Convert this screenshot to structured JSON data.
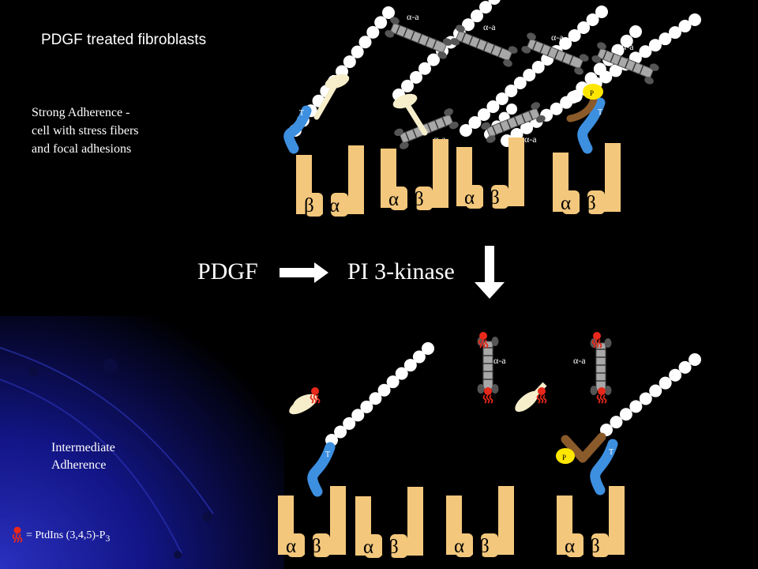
{
  "slide": {
    "title": "PDGF treated fibroblasts",
    "strong_adherence": {
      "lines": [
        "Strong Adherence -",
        "cell with stress fibers",
        "and focal adhesions"
      ]
    },
    "intermediate_adherence": {
      "lines": [
        "Intermediate",
        "Adherence"
      ]
    },
    "pathway": {
      "from": "PDGF",
      "to": "PI 3-kinase"
    },
    "legend": {
      "text": "= PtdIns (3,4,5)-P",
      "subscript": "3"
    },
    "labels": {
      "alpha": "α",
      "beta": "β",
      "alpha_actinin": "α-a",
      "talin": "T",
      "phosphate": "P"
    },
    "colors": {
      "background": "#000000",
      "integrin": "#f3c77c",
      "talin": "#3d8fe0",
      "vinculin": "#f6eeca",
      "actinin": "#a8a8a8",
      "actin": "#ffffff",
      "phosphate": "#ffe600",
      "pip3": "#e8281a",
      "arrow": "#ffffff",
      "glow": "#1a1f9a"
    }
  }
}
